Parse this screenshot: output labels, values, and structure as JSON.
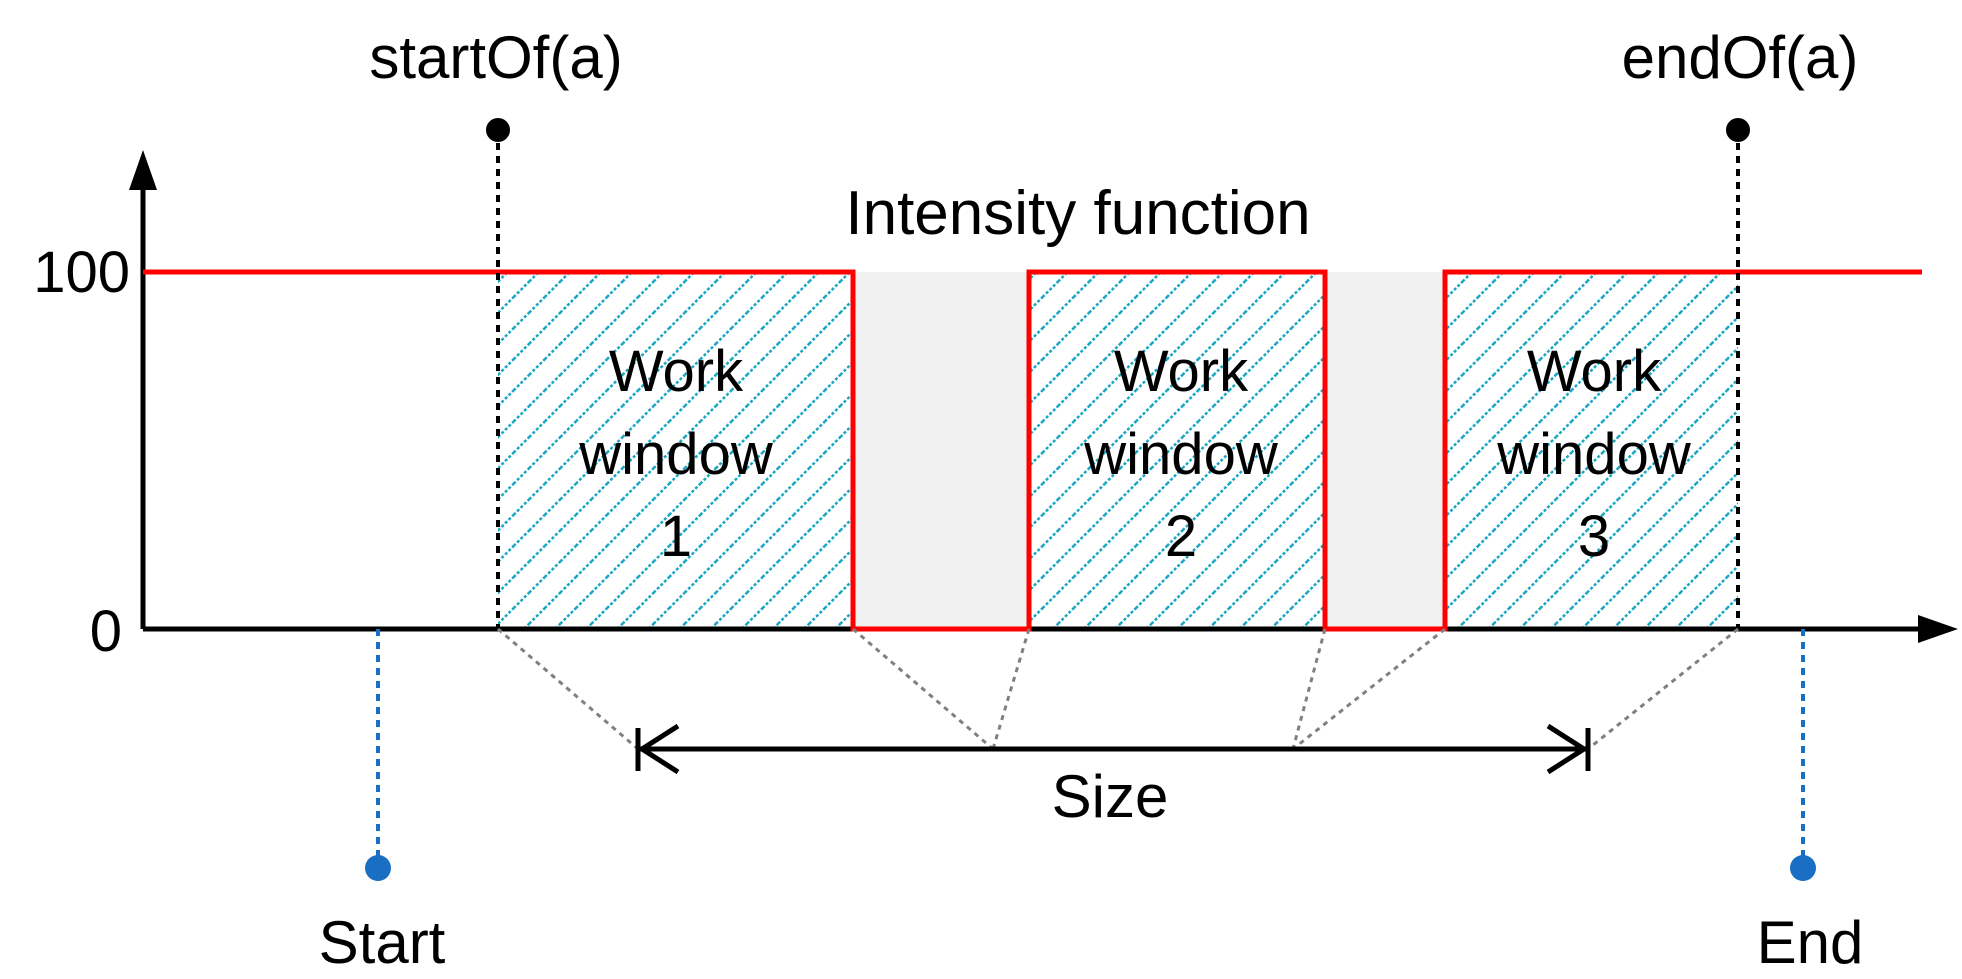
{
  "title": "Intensity function",
  "y_ticks": [
    "100",
    "0"
  ],
  "markers": {
    "start_of": "startOf(a)",
    "end_of": "endOf(a)",
    "start": "Start",
    "end": "End"
  },
  "windows": [
    {
      "line1": "Work",
      "line2": "window",
      "line3": "1"
    },
    {
      "line1": "Work",
      "line2": "window",
      "line3": "2"
    },
    {
      "line1": "Work",
      "line2": "window",
      "line3": "3"
    }
  ],
  "size_label": "Size",
  "colors": {
    "intensity": "#ff0000",
    "hatch": "#1aa7c4",
    "gap": "#f0f0f0",
    "start_end": "#1a6fc4",
    "guide": "#808080"
  }
}
